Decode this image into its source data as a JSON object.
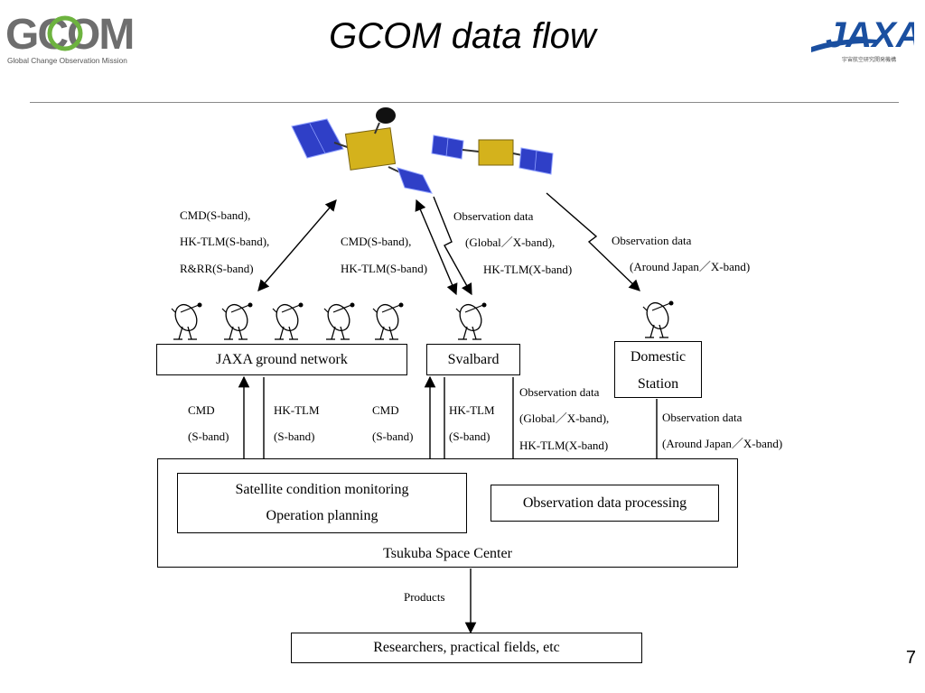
{
  "title": "GCOM data flow",
  "page_number": "7",
  "logos": {
    "gcom": {
      "wordmark": "GCOM",
      "tagline": "Global Change Observation Mission"
    },
    "jaxa": {
      "wordmark": "JAXA",
      "tagline": "宇宙航空研究開発機構"
    }
  },
  "nodes": {
    "jaxa_ground_network": "JAXA ground network",
    "svalbard": "Svalbard",
    "domestic_station": [
      "Domestic",
      "Station"
    ],
    "satellite_ops": [
      "Satellite condition monitoring",
      "Operation planning"
    ],
    "obs_processing": "Observation data processing",
    "tsukuba": "Tsukuba Space Center",
    "researchers": "Researchers, practical fields, etc"
  },
  "labels": {
    "sat_jaxa": [
      "CMD(S-band),",
      "HK-TLM(S-band),",
      "R&RR(S-band)"
    ],
    "sat_svalbard_cmd": [
      "CMD(S-band),",
      "HK-TLM(S-band)"
    ],
    "sat_svalbard_obs": [
      "Observation data",
      "(Global／X-band),",
      "HK-TLM(X-band)"
    ],
    "sat_domestic_obs": [
      "Observation data",
      "(Around Japan／X-band)"
    ],
    "jaxa_cmd": [
      "CMD",
      "(S-band)"
    ],
    "jaxa_hktlm": [
      "HK-TLM",
      "(S-band)"
    ],
    "sval_cmd": [
      "CMD",
      "(S-band)"
    ],
    "sval_hktlm": [
      "HK-TLM",
      "(S-band)"
    ],
    "sval_obs": [
      "Observation data",
      "(Global／X-band),",
      "HK-TLM(X-band)"
    ],
    "dom_obs": [
      "Observation data",
      "(Around Japan／X-band)"
    ],
    "products": "Products"
  },
  "colors": {
    "panel_blue": "#2f3fc7",
    "gold": "#d4b21c",
    "rule": "#8a8a8a",
    "gcom_green": "#6db33f",
    "jaxa_blue": "#1a4fa0"
  }
}
